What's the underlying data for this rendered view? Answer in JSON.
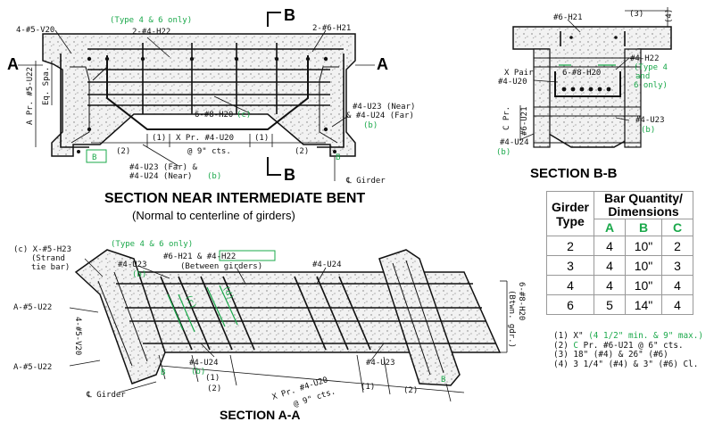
{
  "section_near_bent": {
    "title": "SECTION NEAR INTERMEDIATE BENT",
    "subtitle": "(Normal to centerline of girders)",
    "labels": {
      "v20": "4-#5-V20",
      "type46": "(Type 4 & 6 only)",
      "h22": "2-#4-H22",
      "h21": "2-#6-H21",
      "cut_b": "B",
      "cut_a": "A",
      "a_pr": "A Pr. #5-U22",
      "eq_spa": "Eq. Spa.",
      "h20": "6-#8-H20",
      "c_tag": "(c)",
      "u23_near": "#4-U23 (Near)",
      "u24_far": "& #4-U24 (Far)",
      "b_tag": "(b)",
      "dim2": "(2)",
      "dim1": "(1)",
      "xpr_u20": "X Pr. #4-U20",
      "at9": "@ 9\" cts.",
      "u23_far": "#4-U23 (Far) &",
      "u24_near": "#4-U24 (Near)",
      "b_letter": "B",
      "girder": "℄ Girder"
    }
  },
  "section_bb": {
    "title": "SECTION B-B",
    "labels": {
      "h21": "#6-H21",
      "dim3": "(3)",
      "dim4": "(4)",
      "h22": "#4-H22",
      "type4": "(Type 4",
      "and6": "and",
      "only6": "6 only)",
      "xpair": "X Pair",
      "u20": "#4-U20",
      "h20": "6-#8-H20",
      "cpr": "C Pr.",
      "u21": "#6-U21",
      "u23": "#4-U23",
      "b_tag": "(b)",
      "u24": "#4-U24",
      "b_tag2": "(b)"
    }
  },
  "section_aa": {
    "title": "SECTION A-A",
    "labels": {
      "type46": "(Type 4 & 6 only)",
      "h23": "(c) X-#5-H23",
      "strand": "(Strand",
      "tie": "tie bar)",
      "u23a": "#4-U23",
      "b_tag": "(b)",
      "h21h22": "#6-H21 & #4-H22",
      "between": "(Between girders)",
      "u24": "#4-U24",
      "u22a": "A-#5-U22",
      "v20": "4-#5-V20",
      "u22b": "A-#5-U22",
      "u24b": "#4-U24",
      "b_tag2": "(b)",
      "u23b": "#4-U23",
      "h20": "6-#8-H20",
      "btwn": "(Btwn. gdr.)",
      "xpr": "X Pr. #4-U20",
      "at9": "@ 9\" cts.",
      "dim1": "(1)",
      "dim2": "(2)",
      "b1": "B",
      "b2": "B",
      "girder": "℄ Girder"
    }
  },
  "table": {
    "col_girder": "Girder Type",
    "col_bar": "Bar Quantity/ Dimensions",
    "sub": [
      "A",
      "B",
      "C"
    ],
    "rows": [
      [
        "2",
        "4",
        "10\"",
        "2"
      ],
      [
        "3",
        "4",
        "10\"",
        "3"
      ],
      [
        "4",
        "4",
        "10\"",
        "4"
      ],
      [
        "6",
        "5",
        "14\"",
        "4"
      ]
    ]
  },
  "notes": {
    "n1a": "(1) X\" ",
    "n1b": "(4 1/2\" min. & 9\" max.)",
    "n2a": "(2) ",
    "n2b": "C",
    "n2c": " Pr. #6-U21 @ 6\" cts.",
    "n3": "(3) 18\" (#4) & 26\" (#6)",
    "n4": "(4) 3 1/4\" (#4) & 3\" (#6) Cl."
  },
  "colors": {
    "annotation_green": "#1aa84a",
    "ink": "#111111",
    "concrete": "#eeeeee"
  }
}
